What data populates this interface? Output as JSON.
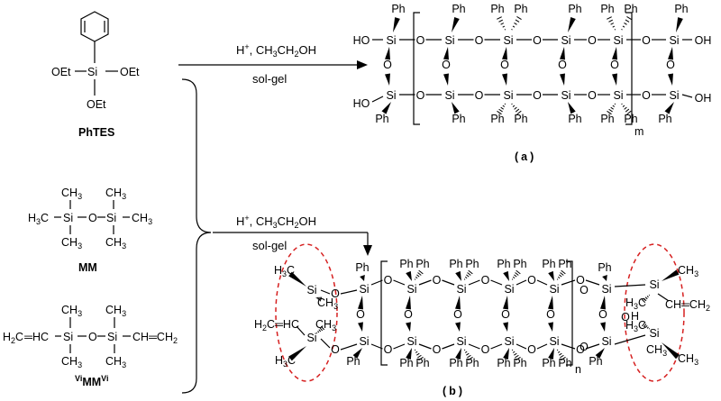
{
  "reagents": {
    "phtes": {
      "ethoxy": "OEt",
      "silicon": "Si",
      "name": "PhTES"
    },
    "mm": {
      "methyl": "CH3",
      "silicon": "Si",
      "oxygen": "O",
      "name": "MM"
    },
    "vimmvi": {
      "vinyl_left": "H2C=HC",
      "vinyl_right": "CH=CH2",
      "methyl": "CH3",
      "name_sup": "Vi",
      "name_main": "MM"
    }
  },
  "arrow_top": {
    "conditions": [
      "H+, CH3CH2OH",
      "sol-gel"
    ]
  },
  "arrow_bottom": {
    "conditions": [
      "H+, CH3CH2OH",
      "sol-gel"
    ]
  },
  "product_a": {
    "label": "a",
    "repeat_subscript": "m",
    "phenyl": "Ph",
    "hydroxyl": "OH"
  },
  "product_b": {
    "label": "b",
    "repeat_subscript": "n",
    "phenyl": "Ph"
  },
  "colors": {
    "ink": "#000000",
    "highlight": "#d62020",
    "background": "#ffffff"
  }
}
